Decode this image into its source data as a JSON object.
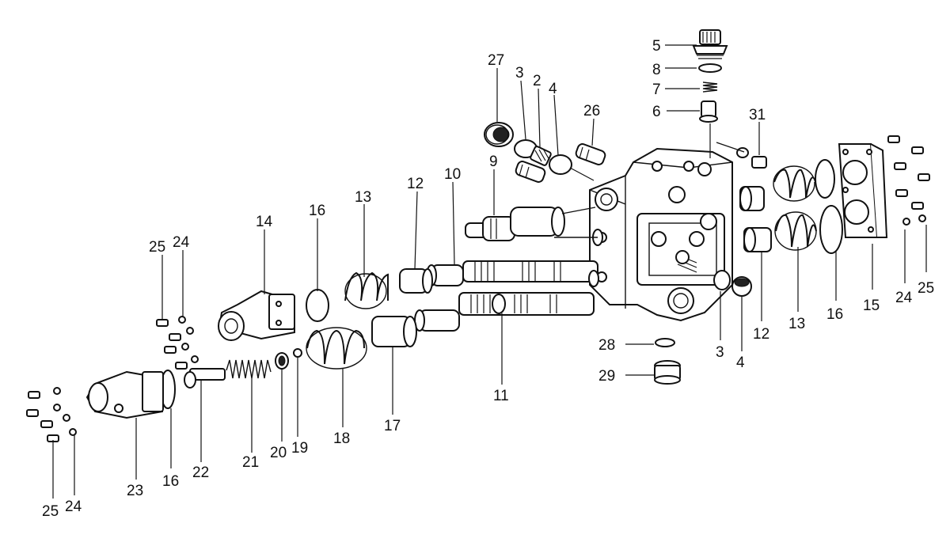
{
  "colors": {
    "line": "#111111",
    "background": "#ffffff"
  },
  "labels": [
    {
      "id": "l5",
      "text": "5"
    },
    {
      "id": "l8",
      "text": "8"
    },
    {
      "id": "l7",
      "text": "7"
    },
    {
      "id": "l6",
      "text": "6"
    },
    {
      "id": "l31",
      "text": "31"
    },
    {
      "id": "l27",
      "text": "27"
    },
    {
      "id": "l3a",
      "text": "3"
    },
    {
      "id": "l2",
      "text": "2"
    },
    {
      "id": "l4a",
      "text": "4"
    },
    {
      "id": "l26",
      "text": "26"
    },
    {
      "id": "l9",
      "text": "9"
    },
    {
      "id": "l12a",
      "text": "12"
    },
    {
      "id": "l10",
      "text": "10"
    },
    {
      "id": "l13a",
      "text": "13"
    },
    {
      "id": "l16a",
      "text": "16"
    },
    {
      "id": "l14",
      "text": "14"
    },
    {
      "id": "l25a",
      "text": "25"
    },
    {
      "id": "l24a",
      "text": "24"
    },
    {
      "id": "l15",
      "text": "15"
    },
    {
      "id": "l24b",
      "text": "24"
    },
    {
      "id": "l25b",
      "text": "25"
    },
    {
      "id": "l16b",
      "text": "16"
    },
    {
      "id": "l13b",
      "text": "13"
    },
    {
      "id": "l12b",
      "text": "12"
    },
    {
      "id": "l3b",
      "text": "3"
    },
    {
      "id": "l4b",
      "text": "4"
    },
    {
      "id": "l28",
      "text": "28"
    },
    {
      "id": "l29",
      "text": "29"
    },
    {
      "id": "l11",
      "text": "11"
    },
    {
      "id": "l17",
      "text": "17"
    },
    {
      "id": "l18",
      "text": "18"
    },
    {
      "id": "l19",
      "text": "19"
    },
    {
      "id": "l20",
      "text": "20"
    },
    {
      "id": "l21",
      "text": "21"
    },
    {
      "id": "l22",
      "text": "22"
    },
    {
      "id": "l16c",
      "text": "16"
    },
    {
      "id": "l23",
      "text": "23"
    },
    {
      "id": "l25c",
      "text": "25"
    },
    {
      "id": "l24c",
      "text": "24"
    }
  ]
}
